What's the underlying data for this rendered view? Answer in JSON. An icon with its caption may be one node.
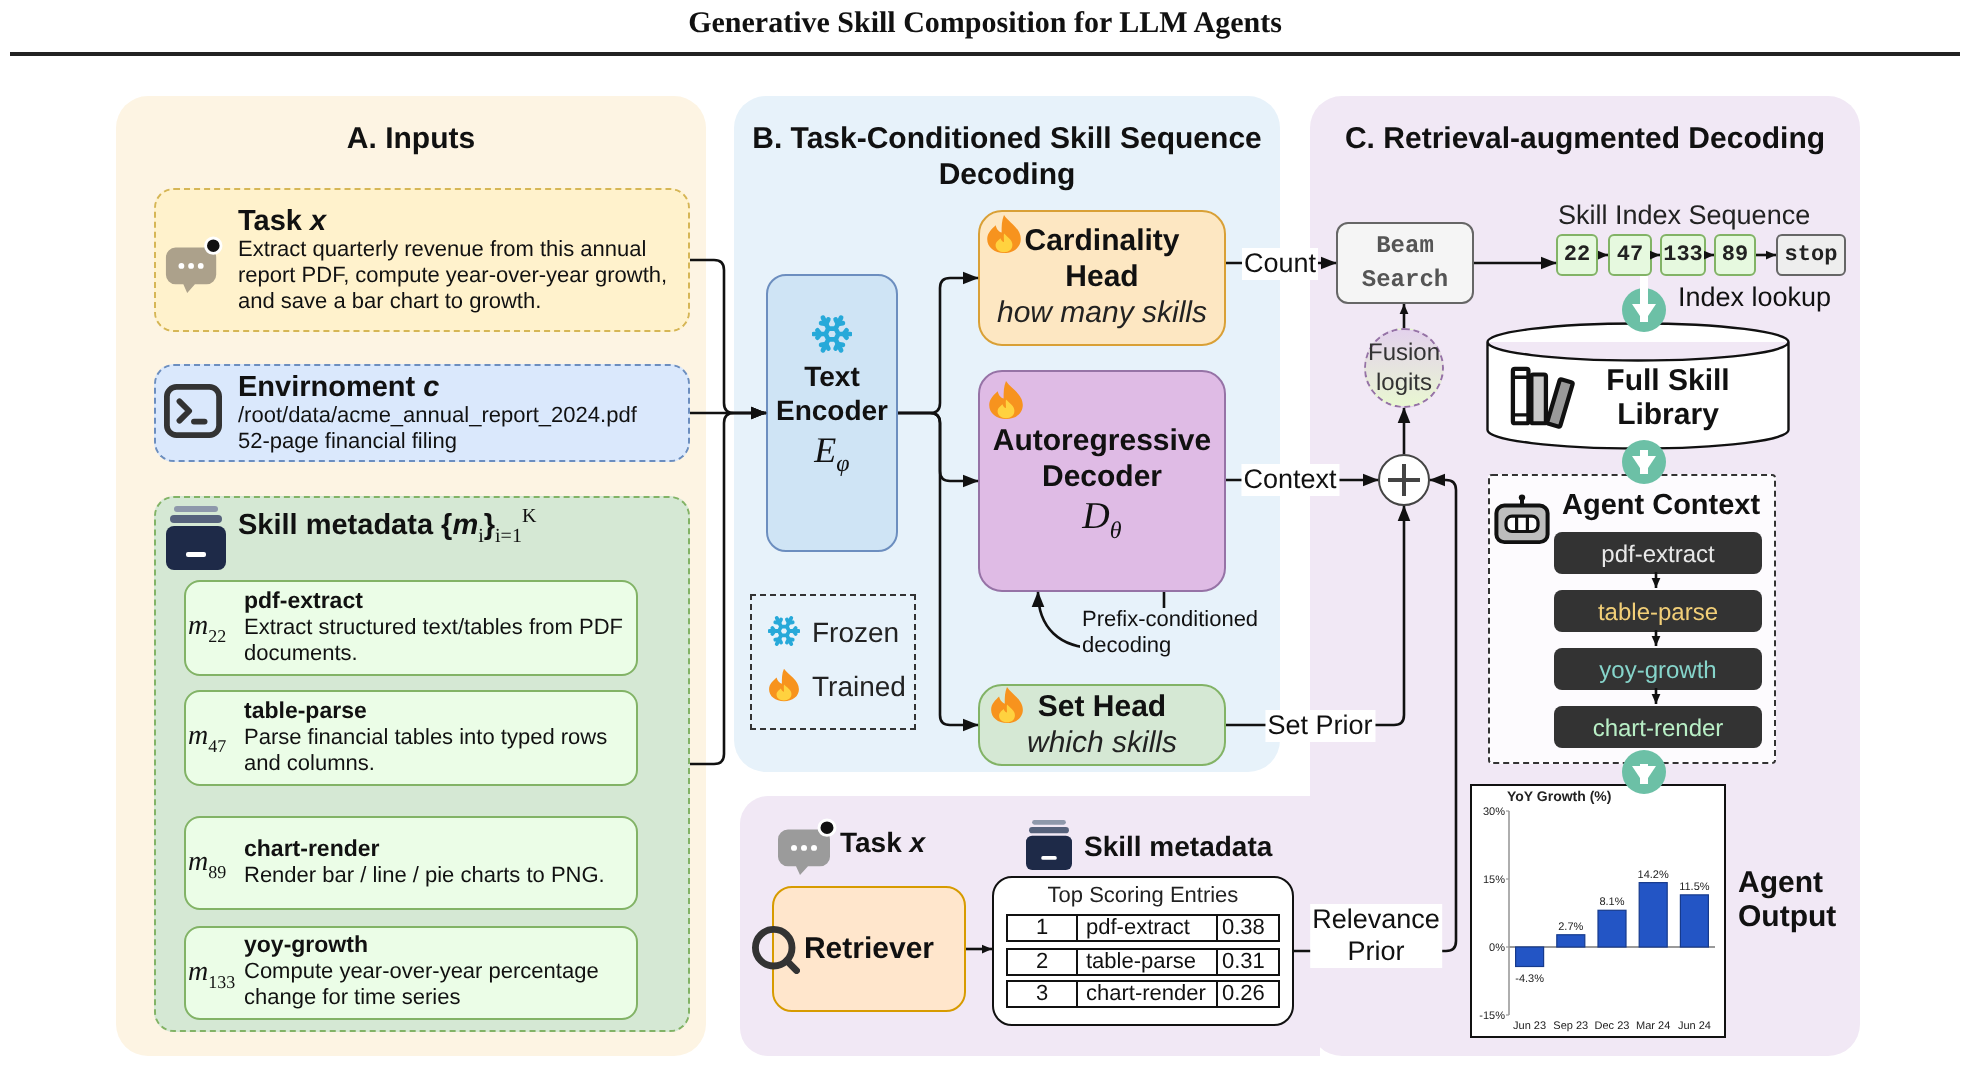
{
  "diagram": {
    "title": "Generative Skill Composition for LLM Agents",
    "nodes": [
      {
        "text": [
          "A. Inputs"
        ]
      },
      {
        "text": [
          "Task *x*",
          "Extract quarterly revenue from this annual report PDF, compute year-over-year growth, and save a bar chart to growth."
        ],
        "in": 0
      },
      {
        "text": [
          "Envirnoment *c*",
          "/root/data/acme_annual_report_2024.pdf",
          "52-page financial filing"
        ],
        "in": 0
      },
      {
        "text": [
          "Skill metadata {*m*$_{i}$}$_{i=1}$$^{K}$"
        ],
        "in": 0
      },
      {
        "text": [
          "*m*$_{22}$",
          "pdf-extract",
          "Extract structured text/tables from PDF documents."
        ],
        "in": 3
      },
      {
        "text": [
          "*m*$_{47}$",
          "table-parse",
          "Parse financial tables into typed rows and columns."
        ],
        "in": 3
      },
      {
        "text": [
          "*m*$_{89}$",
          "chart-render",
          "Render bar / line / pie charts to PNG."
        ],
        "in": 3
      },
      {
        "text": [
          "*m*$_{133}$",
          "yoy-growth",
          "Compute year-over-year percentage change for time series"
        ],
        "in": 3
      },
      {
        "text": [
          "B. Task-Conditioned Skill Sequence Decoding"
        ]
      },
      {
        "text": [
          "Text Encoder",
          "E$_{φ}$"
        ],
        "in": 8
      },
      {
        "text": [
          "Cardinality Head",
          "how many skills"
        ],
        "in": 8
      },
      {
        "text": [
          "Autoregressive Decoder",
          "D$_{θ}$"
        ],
        "in": 8
      },
      {
        "text": [
          "Set Head",
          "which skills"
        ],
        "in": 8
      },
      {
        "text": [
          "C. Retrieval-augmented Decoding"
        ]
      },
      {
        "text": [
          "Beam Search"
        ],
        "in": 13
      },
      {
        "text": [
          "Fusion logits"
        ],
        "in": 13
      },
      {
        "text": [],
        "shape": "circle",
        "in": 13
      },
      {
        "text": [
          "Skill Index Sequence"
        ],
        "in": 13
      },
      {
        "text": [
          "22"
        ],
        "in": 17
      },
      {
        "text": [
          "47"
        ],
        "in": 17
      },
      {
        "text": [
          "133"
        ],
        "in": 17
      },
      {
        "text": [
          "89"
        ],
        "in": 17
      },
      {
        "text": [
          "stop"
        ],
        "in": 17
      },
      {
        "text": [
          "Full Skill Library"
        ],
        "in": 13
      },
      {
        "text": [
          "Agent Context"
        ],
        "in": 13
      },
      {
        "text": [
          "pdf-extract"
        ],
        "in": 24
      },
      {
        "text": [
          "table-parse"
        ],
        "in": 24
      },
      {
        "text": [
          "yoy-growth"
        ],
        "in": 24
      },
      {
        "text": [
          "chart-render"
        ],
        "in": 24
      },
      {
        "text": [],
        "shape": "box",
        "beside": [
          "Agent Output"
        ],
        "in": 13
      },
      {
        "text": [],
        "shape": "box"
      },
      {
        "text": [
          "Retriever"
        ],
        "in": 30
      },
      {
        "text": [
          "Top Scoring Entries",
          "1",
          "pdf-extract",
          "0.38",
          "2",
          "table-parse",
          "0.31",
          "3",
          "chart-render",
          "0.26"
        ],
        "in": 30
      }
    ],
    "edges": [
      {
        "from": 1,
        "to": 9,
        "arrow": "to"
      },
      {
        "from": 2,
        "to": 9,
        "arrow": "to"
      },
      {
        "from": 3,
        "to": 9,
        "arrow": "to"
      },
      {
        "from": 9,
        "to": 10,
        "arrow": "to"
      },
      {
        "from": 9,
        "to": 11,
        "arrow": "to"
      },
      {
        "from": 9,
        "to": 12,
        "arrow": "to"
      },
      {
        "from": 10,
        "to": 14,
        "arrow": "to",
        "label": "Count"
      },
      {
        "from": 11,
        "to": 16,
        "arrow": "to",
        "label": "Context"
      },
      {
        "from": 12,
        "to": 16,
        "arrow": "to",
        "label": "Set Prior"
      },
      {
        "from": 32,
        "to": 16,
        "arrow": "to",
        "label": "Relevance Prior"
      },
      {
        "from": 16,
        "to": 15,
        "arrow": "to"
      },
      {
        "from": 15,
        "to": 14,
        "arrow": "to"
      },
      {
        "from": 14,
        "to": 17,
        "arrow": "to"
      },
      {
        "from": 18,
        "to": 19,
        "arrow": "to"
      },
      {
        "from": 19,
        "to": 20,
        "arrow": "to"
      },
      {
        "from": 20,
        "to": 21,
        "arrow": "to"
      },
      {
        "from": 21,
        "to": 22,
        "arrow": "to"
      },
      {
        "from": 17,
        "to": 23,
        "arrow": "to",
        "label": "Index lookup",
        "style": "thick",
        "color": "#ffffff"
      },
      {
        "from": 23,
        "to": 24,
        "arrow": "to",
        "style": "thick",
        "color": "#ffffff"
      },
      {
        "from": 24,
        "to": 29,
        "arrow": "to",
        "style": "thick",
        "color": "#ffffff"
      },
      {
        "from": 25,
        "to": 26,
        "arrow": "to"
      },
      {
        "from": 26,
        "to": 27,
        "arrow": "to"
      },
      {
        "from": 27,
        "to": 28,
        "arrow": "to"
      },
      {
        "from": 11,
        "to": 11,
        "arrow": "to",
        "label": "Prefix-conditioned decoding"
      },
      {
        "from": 31,
        "to": 32,
        "arrow": "to"
      }
    ],
    "labels": [
      "Task *x*",
      "Skill metadata"
    ],
    "legend": [
      {
        "text": "Frozen"
      },
      {
        "text": "Trained"
      }
    ],
    "chart_data": {
      "type": "bar",
      "title": "YoY Growth (%)",
      "categories": [
        "Jun 23",
        "Sep 23",
        "Dec 23",
        "Mar 24",
        "Jun 24"
      ],
      "values": [
        -4.3,
        2.7,
        8.1,
        14.2,
        11.5
      ],
      "ylim": [
        -15,
        30
      ],
      "yticks": [
        {
          "value": -15,
          "label": "-15%"
        },
        {
          "value": 0,
          "label": "0%"
        },
        {
          "value": 15,
          "label": "15%"
        },
        {
          "value": 30,
          "label": "30%"
        }
      ],
      "value_labels": [
        "-4.3%",
        "2.7%",
        "8.1%",
        "14.2%",
        "11.5%"
      ]
    }
  }
}
